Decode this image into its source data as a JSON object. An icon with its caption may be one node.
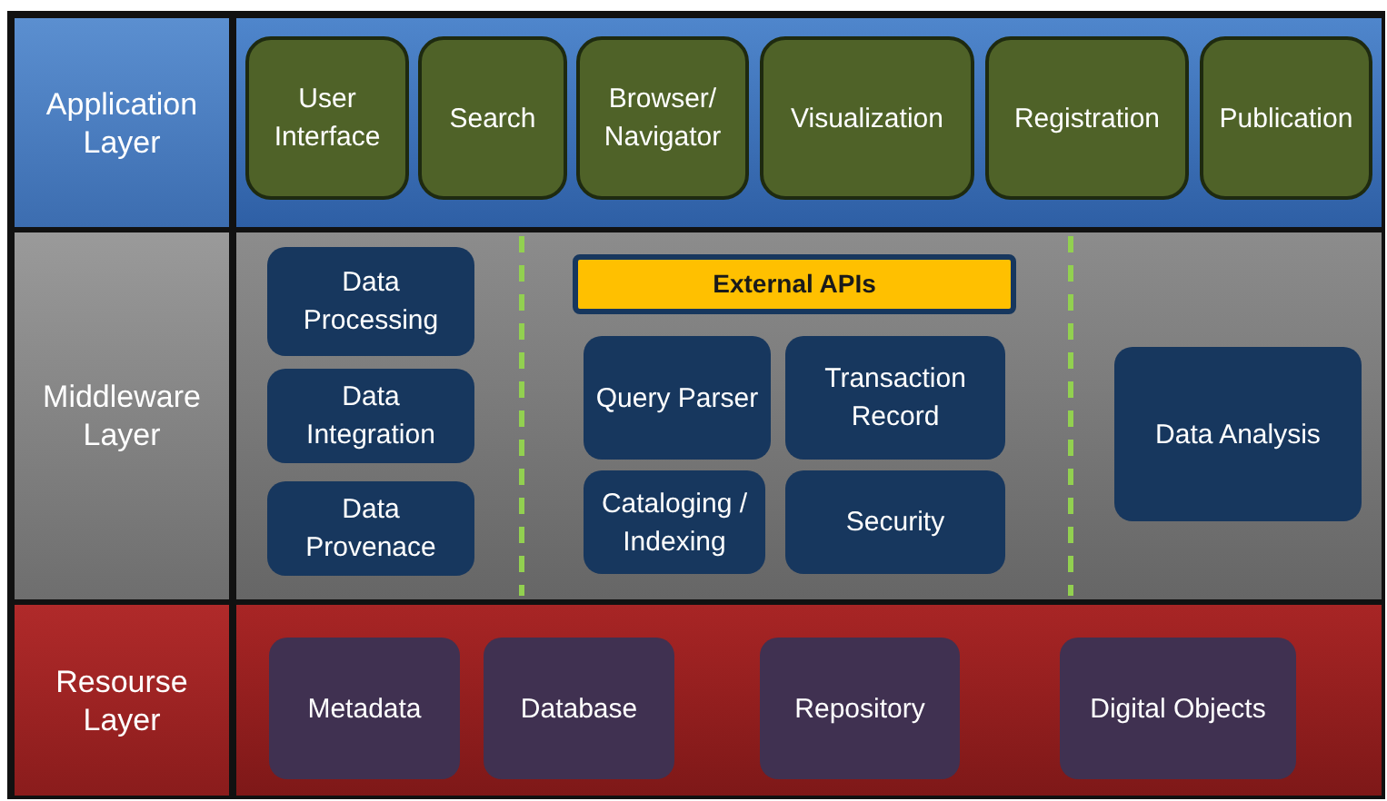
{
  "diagram": {
    "nodes": [
      {
        "text": [
          "Application Layer"
        ]
      },
      {
        "text": [],
        "shape": "box"
      },
      {
        "text": [
          "User Interface"
        ],
        "in": 1
      },
      {
        "text": [
          "Search"
        ],
        "in": 1
      },
      {
        "text": [
          "Browser/ Navigator"
        ],
        "in": 1
      },
      {
        "text": [
          "Visualization"
        ],
        "in": 1
      },
      {
        "text": [
          "Registration"
        ],
        "in": 1
      },
      {
        "text": [
          "Publication"
        ],
        "in": 1
      },
      {
        "text": [
          "Middleware Layer"
        ]
      },
      {
        "text": [],
        "shape": "box"
      },
      {
        "text": [
          "Data Processing"
        ],
        "in": 9
      },
      {
        "text": [
          "Data Integration"
        ],
        "in": 9
      },
      {
        "text": [
          "Data Provenace"
        ],
        "in": 9
      },
      {
        "text": [
          "External APIs"
        ],
        "in": 9
      },
      {
        "text": [
          "Query Parser"
        ],
        "in": 9
      },
      {
        "text": [
          "Transaction Record"
        ],
        "in": 9
      },
      {
        "text": [
          "Cataloging / Indexing"
        ],
        "in": 9
      },
      {
        "text": [
          "Security"
        ],
        "in": 9
      },
      {
        "text": [
          "Data Analysis"
        ],
        "in": 9
      },
      {
        "text": [
          "Resourse Layer"
        ]
      },
      {
        "text": [],
        "shape": "box"
      },
      {
        "text": [
          "Metadata"
        ],
        "in": 20
      },
      {
        "text": [
          "Database"
        ],
        "in": 20
      },
      {
        "text": [
          "Repository"
        ],
        "in": 20
      },
      {
        "text": [
          "Digital Objects"
        ],
        "in": 20
      }
    ]
  }
}
